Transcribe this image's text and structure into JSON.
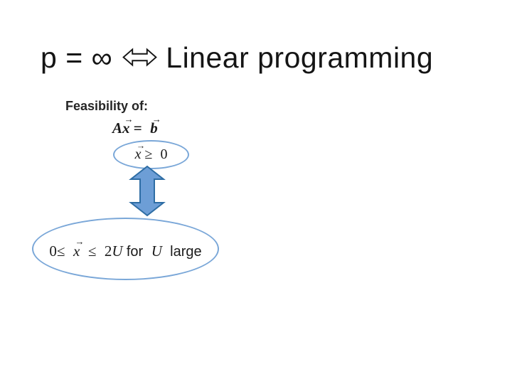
{
  "title": {
    "left": "p = ∞",
    "right": "Linear programming"
  },
  "symbols": {
    "vec_arrow": "→"
  },
  "content": {
    "heading": "Feasibility of:",
    "equation": {
      "coef": "A",
      "var": "x",
      "rel": "=",
      "rhs": "b"
    },
    "small_ellipse": {
      "var": "x",
      "rel": "≥",
      "value": "0"
    },
    "big_ellipse": {
      "lead": "0≤",
      "var": "x",
      "rel": "≤",
      "coef": "2",
      "bound": "U",
      "word1": "for",
      "cond": "U",
      "word2": "large"
    }
  },
  "colors": {
    "ellipse_stroke": "#7aa7d8",
    "arrow_fill": "#6d9ed6",
    "arrow_stroke": "#2e6da4",
    "title_text": "#151515"
  }
}
